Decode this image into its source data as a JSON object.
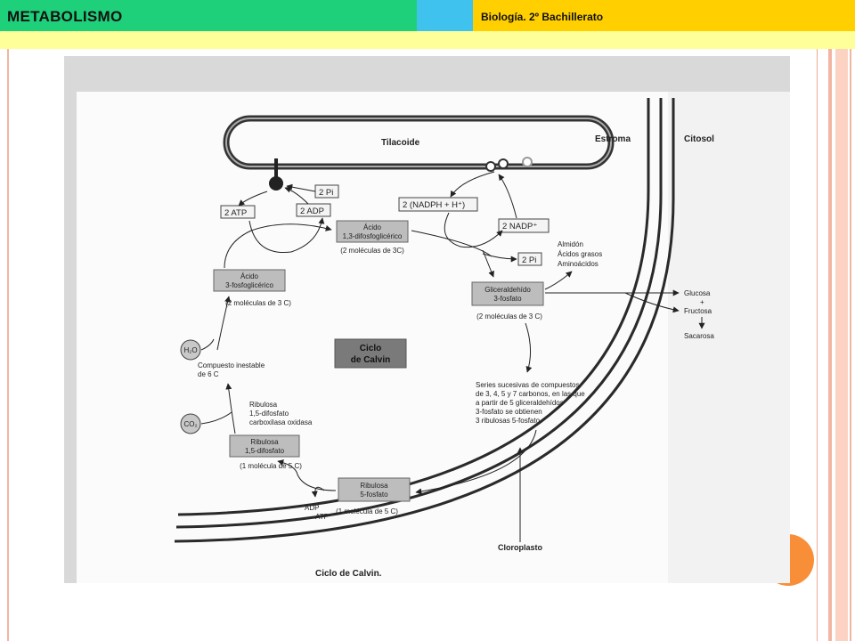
{
  "header": {
    "title": "METABOLISMO",
    "subtitle": "Biología. 2º Bachillerato"
  },
  "diagram": {
    "tilacoide": "Tilacoide",
    "estroma": "Estroma",
    "citosol": "Citosol",
    "pi_top": "2 Pi",
    "atp": "2 ATP",
    "adp": "2 ADP",
    "acido13_line1": "Ácido",
    "acido13_line2": "1,3-difosfoglicérico",
    "acido13_caption": "(2 moléculas de 3C)",
    "nadph": "2 (NADPH + H⁺)",
    "nadp": "2 NADP⁺",
    "pi_right": "2 Pi",
    "almidon": "Almidón",
    "acidos_grasos": "Ácidos grasos",
    "aminoacidos": "Aminoácidos",
    "acido3_line1": "Ácido",
    "acido3_line2": "3-fosfoglicérico",
    "acido3_caption": "(2 moléculas de 3 C)",
    "gliceraldehido_line1": "Gliceraldehído",
    "gliceraldehido_line2": "3-fosfato",
    "gliceraldehido_caption": "(2 moléculas de 3 C)",
    "glucosa": "Glucosa",
    "plus": "+",
    "fructosa": "Fructosa",
    "sacarosa": "Sacarosa",
    "h2o": "H₂O",
    "compuesto_line1": "Compuesto inestable",
    "compuesto_line2": "de 6 C",
    "ciclo_line1": "Ciclo",
    "ciclo_line2": "de Calvin",
    "series_lines": [
      "Series sucesivas de compuestos",
      "de 3, 4, 5 y 7 carbonos, en las que",
      "a partir de 5 gliceraldehídos",
      "3-fosfato se obtienen",
      "3 ribulosas 5-fosfato"
    ],
    "enzima_line1": "Ribulosa",
    "enzima_line2": "1,5-difosfato",
    "enzima_line3": "carboxilasa oxidasa",
    "co2": "CO₂",
    "rubp_line1": "Ribulosa",
    "rubp_line2": "1,5-difosfato",
    "rubp_caption": "(1 molécula de 5 C)",
    "ru5p_line1": "Ribulosa",
    "ru5p_line2": "5-fosfato",
    "ru5p_caption": "(1 molécula de 5 C)",
    "adp_bottom": "ADP",
    "atp_bottom": "ATP",
    "cloroplasto": "Cloroplasto",
    "figure_caption": "Ciclo de Calvin."
  }
}
